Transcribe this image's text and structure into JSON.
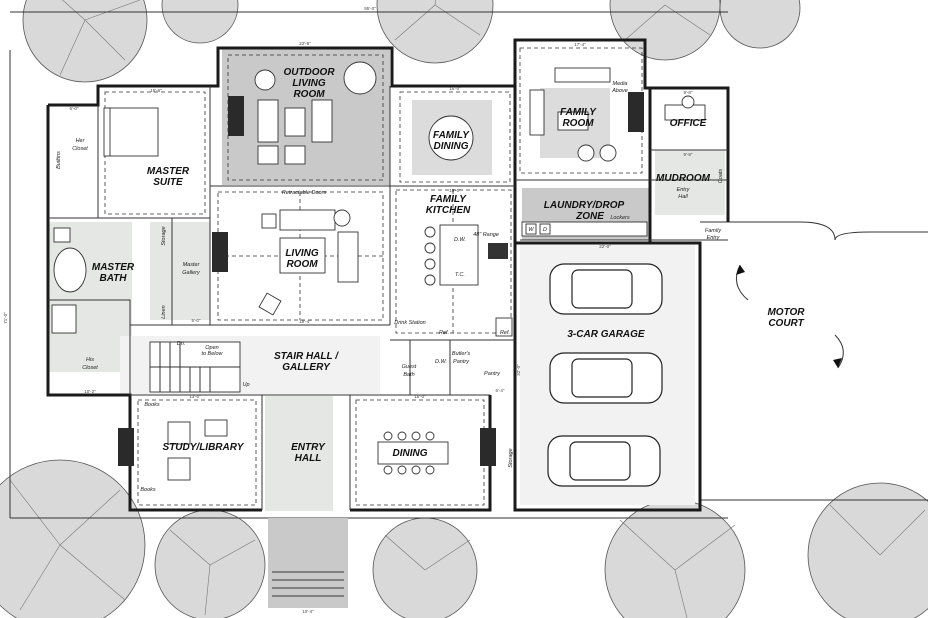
{
  "plan": {
    "overall_dims": {
      "width": "95'-0\"",
      "depth": "71'-0\""
    },
    "rooms": {
      "outdoor_living": [
        "OUTDOOR",
        "LIVING",
        "ROOM"
      ],
      "family_dining": [
        "FAMILY",
        "DINING"
      ],
      "family_room": [
        "FAMILY",
        "ROOM"
      ],
      "office": [
        "OFFICE"
      ],
      "master_suite": [
        "MASTER",
        "SUITE"
      ],
      "family_kitchen": [
        "FAMILY",
        "KITCHEN"
      ],
      "laundry": [
        "LAUNDRY/DROP",
        "ZONE"
      ],
      "mudroom": [
        "MUDROOM"
      ],
      "entry_hall_small": [
        "Entry",
        "Hall"
      ],
      "family_entry": [
        "Family",
        "Entry"
      ],
      "living_room": [
        "LIVING",
        "ROOM"
      ],
      "master_bath": [
        "MASTER",
        "BATH"
      ],
      "garage": [
        "3-CAR GARAGE"
      ],
      "motor_court": [
        "MOTOR",
        "COURT"
      ],
      "stair_hall": [
        "STAIR HALL /",
        "GALLERY"
      ],
      "study": [
        "STUDY/LIBRARY"
      ],
      "entry_hall": [
        "ENTRY",
        "HALL"
      ],
      "dining": [
        "DINING"
      ]
    },
    "notes": {
      "her_closet": [
        "Her",
        "Closet"
      ],
      "his_closet": [
        "His",
        "Closet"
      ],
      "builtins": "Builtins",
      "master_gallery": [
        "Master",
        "Gallery"
      ],
      "linen": "Linen",
      "storage_small": "Storage",
      "storage_garage": "Storage",
      "retractable_doors": "Retractable Doors",
      "media_above": [
        "Media",
        "Above"
      ],
      "lockers": "Lockers",
      "drink_station": "Drink Station",
      "range": "48\" Range",
      "dw1": "D.W.",
      "dw2": "D.W.",
      "tc": "T.C.",
      "ref1": "Ref.",
      "ref2": "Ref.",
      "butlers_pantry": [
        "Butler's",
        "Pantry"
      ],
      "pantry": "Pantry",
      "guest_bath": [
        "Guest",
        "Bath"
      ],
      "dn": "Dn.",
      "open_below": [
        "Open",
        "to Below"
      ],
      "up": "Up",
      "books1": "Books",
      "books2": "Books",
      "wd": [
        "W",
        "D"
      ],
      "coats": "Coats"
    },
    "dimensions": {
      "outdoor": "22'-8\"",
      "master": "15'-6\"",
      "her_closet": "6'-0\"",
      "family_dining": "15'-0\"",
      "family_room": "17'-4\"",
      "office": "9'-8\"",
      "living": "19'-4\"",
      "kitchen": "15'-0\"",
      "laundry": "22'-0\"",
      "garage": "32'-0\"",
      "study": "13'-0\"",
      "dining": "16'-0\"",
      "his_closet": "10'-2\"",
      "stoop": "10'-4\"",
      "gallery": "5'-0\"",
      "mudroom": "9'-8\"",
      "pantry": "6'-4\""
    }
  }
}
